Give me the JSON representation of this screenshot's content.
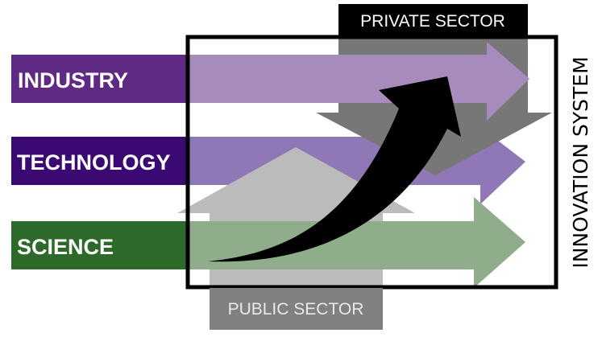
{
  "rows": [
    {
      "label": "INDUSTRY",
      "box_color": "#5e2a84",
      "arrow_color": "#a78bbd"
    },
    {
      "label": "TECHNOLOGY",
      "box_color": "#3a0a72",
      "arrow_color": "#9077b5"
    },
    {
      "label": "SCIENCE",
      "box_color": "#2d6a2a",
      "arrow_color": "#8fad8a"
    }
  ],
  "private_sector": {
    "label": "PRIVATE SECTOR",
    "box_color": "#000000",
    "arrow_color": "#777777"
  },
  "public_sector": {
    "label": "PUBLIC SECTOR",
    "box_color": "#808080",
    "arrow_color": "#bbbbbb"
  },
  "system_label": "INNOVATION SYSTEM"
}
